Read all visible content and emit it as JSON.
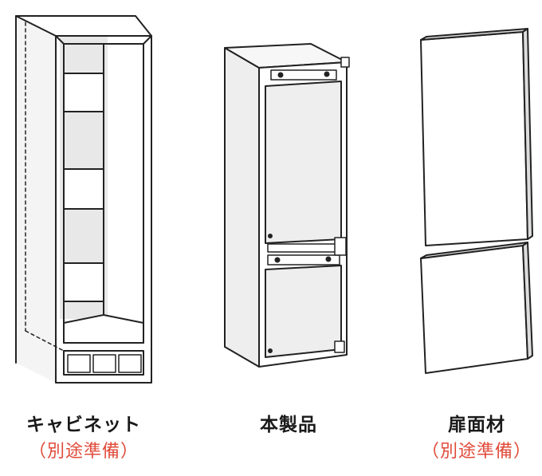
{
  "accent_color": "#e04b3a",
  "items": [
    {
      "name": "キャビネット",
      "note": "（別途準備）"
    },
    {
      "name": "本製品",
      "note": ""
    },
    {
      "name": "扉面材",
      "note": "（別途準備）"
    }
  ]
}
